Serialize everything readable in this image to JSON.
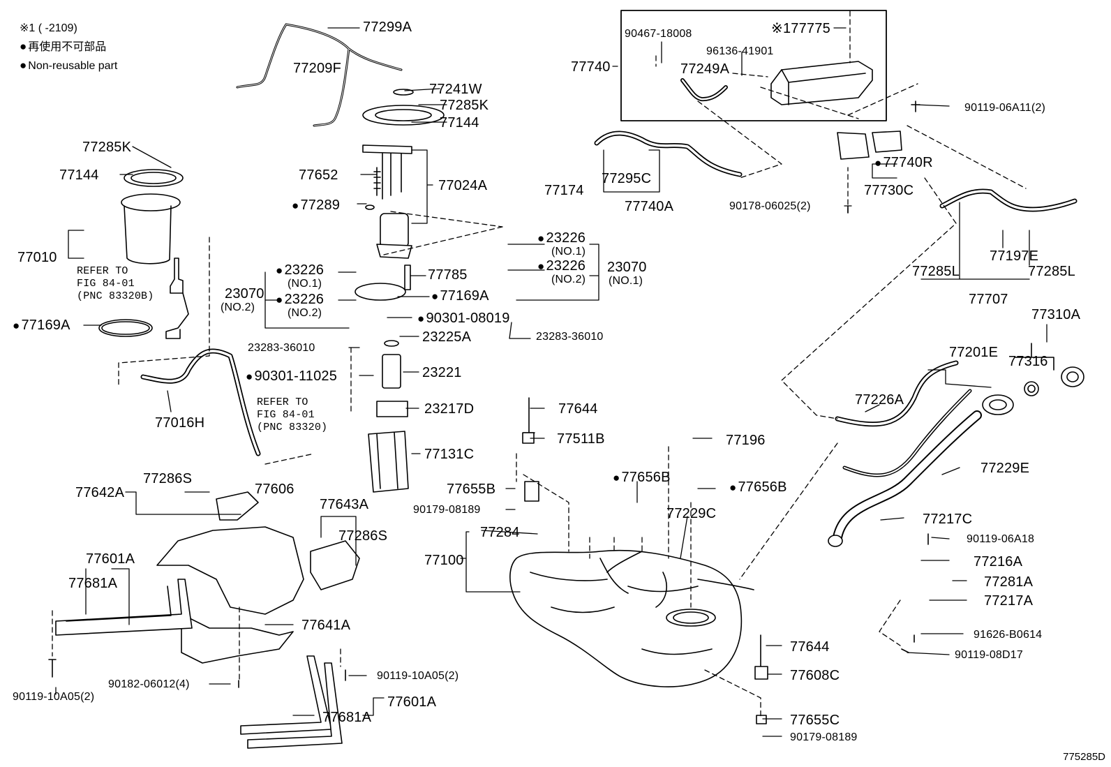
{
  "legend": {
    "note": "※1 (      -2109)",
    "bullet_jp": "再使用不可部品",
    "bullet_en": "Non-reusable part"
  },
  "figure_id": "775285D",
  "refs": {
    "r1": [
      "REFER TO",
      "FIG 84-01",
      "(PNC 83320B)"
    ],
    "r2": [
      "REFER TO",
      "FIG 84-01",
      "(PNC 83320)"
    ]
  },
  "labels": {
    "l77299A": "77299A",
    "l77209F": "77209F",
    "l77241W": "77241W",
    "l77285K_a": "77285K",
    "l77144_a": "77144",
    "l77652": "77652",
    "l77024A": "77024A",
    "l77174": "77174",
    "l77289": "77289",
    "l77285K_b": "77285K",
    "l77144_b": "77144",
    "l77010": "77010",
    "l77169A_a": "77169A",
    "l23226_a": "23226",
    "l23226_a_no": "(NO.1)",
    "l23226_b": "23226",
    "l23226_b_no": "(NO.2)",
    "l23070_a": "23070",
    "l23070_a_no": "(NO.2)",
    "l77785": "77785",
    "l77169A_b": "77169A",
    "l23226_c": "23226",
    "l23226_c_no": "(NO.1)",
    "l23226_d": "23226",
    "l23226_d_no": "(NO.2)",
    "l23070_b": "23070",
    "l23070_b_no": "(NO.1)",
    "l90301_08019": "90301-08019",
    "l23283_a": "23283-36010",
    "l23283_b": "23283-36010",
    "l23225A": "23225A",
    "l23221": "23221",
    "l90301_11025": "90301-11025",
    "l23217D": "23217D",
    "l77131C": "77131C",
    "l77016H": "77016H",
    "l77740": "77740",
    "l90467": "90467-18008",
    "l77775": "77775",
    "l77775_note": "※1",
    "l96136": "96136-41901",
    "l77249A": "77249A",
    "l90119_06A11": "90119-06A11(2)",
    "l77295C": "77295C",
    "l77740A": "77740A",
    "l77740R": "77740R",
    "l77730C": "77730C",
    "l90178": "90178-06025(2)",
    "l77285L_a": "77285L",
    "l77197E": "77197E",
    "l77285L_b": "77285L",
    "l77707": "77707",
    "l77310A": "77310A",
    "l77316": "77316",
    "l77201E": "77201E",
    "l77226A": "77226A",
    "l77229E": "77229E",
    "l77644_a": "77644",
    "l77511B": "77511B",
    "l77196": "77196",
    "l77656B_a": "77656B",
    "l77656B_b": "77656B",
    "l77655B": "77655B",
    "l90179_a": "90179-08189",
    "l77229C": "77229C",
    "l77217C": "77217C",
    "l90119_06A18": "90119-06A18",
    "l77284": "77284",
    "l77100": "77100",
    "l77216A": "77216A",
    "l77281A": "77281A",
    "l77217A": "77217A",
    "l91626": "91626-B0614",
    "l90119_08D17": "90119-08D17",
    "l77644_b": "77644",
    "l77608C": "77608C",
    "l77655C": "77655C",
    "l90179_b": "90179-08189",
    "l77642A": "77642A",
    "l77286S_a": "77286S",
    "l77606": "77606",
    "l77643A": "77643A",
    "l77286S_b": "77286S",
    "l77601A_a": "77601A",
    "l77681A_a": "77681A",
    "l77641A": "77641A",
    "l90182": "90182-06012(4)",
    "l90119_10A05_a": "90119-10A05(2)",
    "l90119_10A05_b": "90119-10A05(2)",
    "l77601A_b": "77601A",
    "l77681A_b": "77681A"
  }
}
